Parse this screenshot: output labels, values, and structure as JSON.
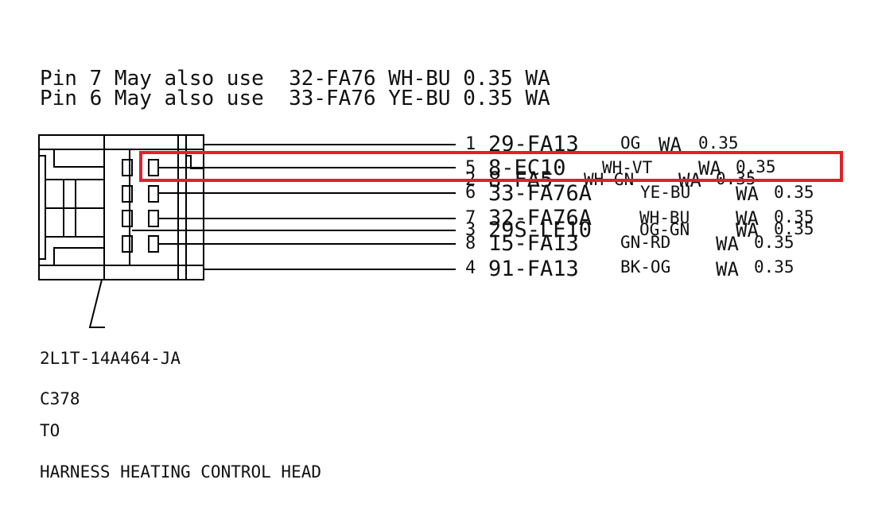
{
  "notes": [
    "Pin 7 May also use  32-FA76 WH-BU 0.35 WA",
    "Pin 6 May also use  33-FA76 YE-BU 0.35 WA"
  ],
  "wires": [
    {
      "pin": "1",
      "circuit": "29-FA13",
      "color": "OG",
      "spec_wa": "WA",
      "spec_size": "0.35"
    },
    {
      "pin": "5",
      "circuit": "8-EC10",
      "color": "WH-VT",
      "spec_wa": "WA",
      "spec_size": "0.35"
    },
    {
      "pin": "2",
      "circuit": "8-FA5",
      "color": "WH-GN",
      "spec_wa": "WA",
      "spec_size": "0.35"
    },
    {
      "pin": "6",
      "circuit": "33-FA76A",
      "color": "YE-BU",
      "spec_wa": "WA",
      "spec_size": "0.35"
    },
    {
      "pin": "7",
      "circuit": "32-FA76A",
      "color": "WH-BU",
      "spec_wa": "WA",
      "spec_size": "0.35"
    },
    {
      "pin": "3",
      "circuit": "29S-LE10",
      "color": "OG-GN",
      "spec_wa": "WA",
      "spec_size": "0.35"
    },
    {
      "pin": "8",
      "circuit": "15-FA13",
      "color": "GN-RD",
      "spec_wa": "WA",
      "spec_size": "0.35"
    },
    {
      "pin": "4",
      "circuit": "91-FA13",
      "color": "BK-OG",
      "spec_wa": "WA",
      "spec_size": "0.35"
    }
  ],
  "connector": {
    "part_number": "2L1T-14A464-JA",
    "id": "C378",
    "to": "TO",
    "destination": "HARNESS HEATING CONTROL HEAD"
  },
  "highlight": {
    "wire_pin": "5",
    "color": "#e0202a"
  }
}
